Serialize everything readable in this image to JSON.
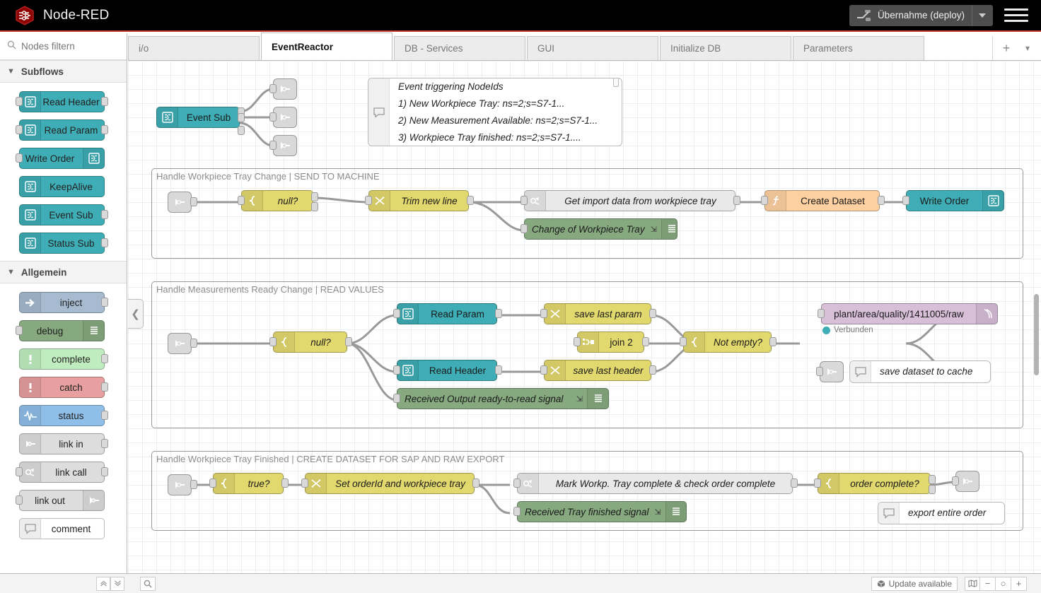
{
  "header": {
    "brand": "Node-RED",
    "logo_icon": "node-red-hex-logo",
    "deploy_label": "Übernahme (deploy)",
    "deploy_icon": "deploy-icon",
    "deploy_caret_icon": "chevron-down-icon",
    "menu_icon": "hamburger-menu-icon"
  },
  "palette": {
    "search_placeholder": "Nodes filtern",
    "search_icon": "search-icon",
    "categories": [
      {
        "name": "Subflows",
        "chevron_icon": "chevron-down-icon",
        "nodes": [
          {
            "label": "Read Header",
            "color": "#3FADB5",
            "icon": "subflow-icon",
            "icon_side": "left",
            "in": true,
            "out": true
          },
          {
            "label": "Read Param",
            "color": "#3FADB5",
            "icon": "subflow-icon",
            "icon_side": "left",
            "in": true,
            "out": true
          },
          {
            "label": "Write Order",
            "color": "#3FADB5",
            "icon": "subflow-icon",
            "icon_side": "right",
            "in": true,
            "out": false
          },
          {
            "label": "KeepAlive",
            "color": "#3FADB5",
            "icon": "subflow-icon",
            "icon_side": "left",
            "in": false,
            "out": false
          },
          {
            "label": "Event Sub",
            "color": "#3FADB5",
            "icon": "subflow-icon",
            "icon_side": "left",
            "in": false,
            "out": true
          },
          {
            "label": "Status Sub",
            "color": "#3FADB5",
            "icon": "subflow-icon",
            "icon_side": "left",
            "in": false,
            "out": true
          }
        ]
      },
      {
        "name": "Allgemein",
        "chevron_icon": "chevron-down-icon",
        "nodes": [
          {
            "label": "inject",
            "color": "#a6bbcf",
            "icon": "inject-arrow-icon",
            "icon_side": "left",
            "in": false,
            "out": true
          },
          {
            "label": "debug",
            "color": "#87a980",
            "icon": "debug-lines-icon",
            "icon_side": "right",
            "in": true,
            "out": false
          },
          {
            "label": "complete",
            "color": "#c0edc0",
            "icon": "exclamation-icon",
            "icon_side": "left",
            "in": false,
            "out": true
          },
          {
            "label": "catch",
            "color": "#e79f9f",
            "icon": "exclamation-icon",
            "icon_side": "left",
            "in": false,
            "out": true
          },
          {
            "label": "status",
            "color": "#8fbee8",
            "icon": "pulse-wave-icon",
            "icon_side": "left",
            "in": false,
            "out": true
          },
          {
            "label": "link in",
            "color": "#dddddd",
            "icon": "link-icon",
            "icon_side": "left",
            "in": false,
            "out": true
          },
          {
            "label": "link call",
            "color": "#dddddd",
            "icon": "link-call-icon",
            "icon_side": "left",
            "in": true,
            "out": true
          },
          {
            "label": "link out",
            "color": "#dddddd",
            "icon": "link-icon",
            "icon_side": "right",
            "in": true,
            "out": false
          },
          {
            "label": "comment",
            "color": "#ffffff",
            "icon": "comment-bubble-icon",
            "icon_side": "left",
            "in": false,
            "out": false
          }
        ]
      }
    ]
  },
  "tabs": {
    "items": [
      {
        "label": "i/o",
        "active": false
      },
      {
        "label": "EventReactor",
        "active": true
      },
      {
        "label": "DB - Services",
        "active": false
      },
      {
        "label": "GUI",
        "active": false
      },
      {
        "label": "Initialize DB",
        "active": false
      },
      {
        "label": "Parameters",
        "active": false
      }
    ],
    "add_icon": "plus-icon",
    "more_icon": "chevron-down-icon"
  },
  "canvas": {
    "collapse_icon": "chevron-left-icon",
    "top_flow": {
      "event_sub": {
        "label": "Event Sub",
        "color": "#3FADB5",
        "icon": "subflow-icon"
      },
      "link_outs": [
        "link-out-node",
        "link-out-node",
        "link-out-node"
      ]
    },
    "comment": {
      "icon": "comment-bubble-icon",
      "lines": [
        "Event triggering NodeIds",
        "1) New Workpiece Tray: ns=2;s=S7-1...",
        "2) New Measurement Available: ns=2;s=S7-1...",
        "3) Workpiece Tray finished: ns=2;s=S7-1...."
      ]
    },
    "groups": [
      {
        "label": "Handle Workpiece Tray Change | SEND TO MACHINE",
        "nodes": [
          {
            "label": "",
            "type": "link-in",
            "color": "#d9d9d9",
            "icon": "link-icon"
          },
          {
            "label": "null?",
            "type": "switch",
            "color": "#e2d96e",
            "icon": "switch-icon"
          },
          {
            "label": "Trim new line",
            "type": "change",
            "color": "#e2d96e",
            "icon": "change-icon"
          },
          {
            "label": "Get import data from workpiece tray",
            "type": "link-call",
            "color": "#e9e9e9",
            "icon": "link-call-icon"
          },
          {
            "label": "Change of Workpiece Tray",
            "type": "debug",
            "color": "#87a980",
            "icon": "debug-lines-icon"
          },
          {
            "label": "Create Dataset",
            "type": "function",
            "color": "#fdd0a2",
            "icon": "function-icon"
          },
          {
            "label": "Write Order",
            "type": "subflow",
            "color": "#3FADB5",
            "icon": "subflow-icon"
          }
        ]
      },
      {
        "label": "Handle Measurements Ready Change | READ VALUES",
        "nodes": [
          {
            "label": "",
            "type": "link-in",
            "color": "#d9d9d9",
            "icon": "link-icon"
          },
          {
            "label": "null?",
            "type": "switch",
            "color": "#e2d96e",
            "icon": "switch-icon"
          },
          {
            "label": "Read Param",
            "type": "subflow",
            "color": "#3FADB5",
            "icon": "subflow-icon"
          },
          {
            "label": "Read Header",
            "type": "subflow",
            "color": "#3FADB5",
            "icon": "subflow-icon"
          },
          {
            "label": "Received Output ready-to-read signal",
            "type": "debug",
            "color": "#87a980",
            "icon": "debug-lines-icon"
          },
          {
            "label": "save last param",
            "type": "change",
            "color": "#e2d96e",
            "icon": "change-icon"
          },
          {
            "label": "save last header",
            "type": "change",
            "color": "#e2d96e",
            "icon": "change-icon"
          },
          {
            "label": "join 2",
            "type": "join",
            "color": "#e2d96e",
            "icon": "join-icon"
          },
          {
            "label": "Not empty?",
            "type": "switch",
            "color": "#e2d96e",
            "icon": "switch-icon"
          },
          {
            "label": "plant/area/quality/1411005/raw",
            "type": "mqtt-out",
            "color": "#d8bfd8",
            "icon": "mqtt-icon",
            "status": "Verbunden",
            "status_color": "#3FADB5"
          },
          {
            "label": "save dataset to cache",
            "type": "link-out",
            "color": "#d9d9d9",
            "icon": "link-icon"
          },
          {
            "label": "save dataset to cache",
            "type": "comment",
            "color": "#ffffff",
            "icon": "comment-bubble-icon"
          }
        ]
      },
      {
        "label": "Handle Workpiece Tray Finished | CREATE DATASET FOR SAP AND RAW EXPORT",
        "nodes": [
          {
            "label": "",
            "type": "link-in",
            "color": "#d9d9d9",
            "icon": "link-icon"
          },
          {
            "label": "true?",
            "type": "switch",
            "color": "#e2d96e",
            "icon": "switch-icon"
          },
          {
            "label": "Set orderId and workpiece tray",
            "type": "change",
            "color": "#e2d96e",
            "icon": "change-icon"
          },
          {
            "label": "Mark Workp. Tray complete & check order complete",
            "type": "link-call",
            "color": "#e9e9e9",
            "icon": "link-call-icon"
          },
          {
            "label": "Received Tray finished signal",
            "type": "debug",
            "color": "#87a980",
            "icon": "debug-lines-icon"
          },
          {
            "label": "order complete?",
            "type": "switch",
            "color": "#e2d96e",
            "icon": "switch-icon"
          },
          {
            "label": "",
            "type": "link-out",
            "color": "#d9d9d9",
            "icon": "link-icon"
          },
          {
            "label": "export entire order",
            "type": "comment",
            "color": "#ffffff",
            "icon": "comment-bubble-icon"
          }
        ]
      }
    ]
  },
  "footer": {
    "collapse_all_icon": "chevrons-up-icon",
    "expand_all_icon": "chevrons-down-icon",
    "search_icon": "search-icon",
    "update_label": "Update available",
    "update_icon": "package-icon",
    "map_icon": "navigator-map-icon",
    "zoom_out_label": "−",
    "zoom_reset_label": "○",
    "zoom_in_label": "+"
  }
}
